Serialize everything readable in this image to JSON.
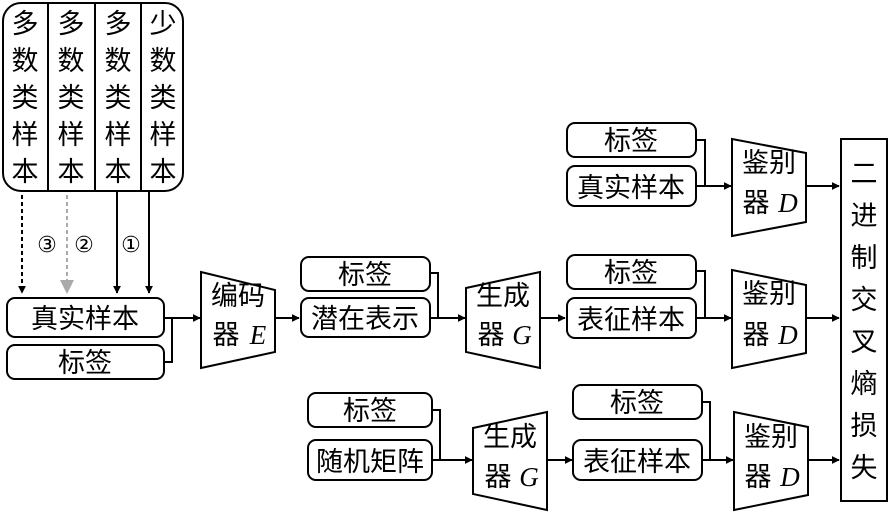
{
  "sources": {
    "columns": [
      {
        "chars": [
          "多",
          "数",
          "类",
          "样",
          "本"
        ]
      },
      {
        "chars": [
          "多",
          "数",
          "类",
          "样",
          "本"
        ]
      },
      {
        "chars": [
          "多",
          "数",
          "类",
          "样",
          "本"
        ]
      },
      {
        "chars": [
          "少",
          "数",
          "类",
          "样",
          "本"
        ]
      }
    ],
    "markers": [
      "③",
      "②",
      "①"
    ]
  },
  "input": {
    "real_sample": "真实样本",
    "label": "标签"
  },
  "encoder": {
    "line1": "编码",
    "line2": "器",
    "symbol": "E"
  },
  "latent": {
    "label": "标签",
    "latent": "潜在表示"
  },
  "generator": {
    "line1": "生成",
    "line2": "器",
    "symbol": "G"
  },
  "row_top": {
    "label": "标签",
    "sample": "真实样本"
  },
  "row_mid": {
    "label": "标签",
    "sample": "表征样本"
  },
  "row_bottom": {
    "label": "标签",
    "noise": "随机矩阵",
    "sample_label": "标签",
    "sample": "表征样本"
  },
  "discriminator": {
    "line1": "鉴别",
    "line2": "器",
    "symbol": "D"
  },
  "loss": {
    "chars": [
      "二",
      "进",
      "制",
      "交",
      "叉",
      "熵",
      "损",
      "失"
    ]
  }
}
